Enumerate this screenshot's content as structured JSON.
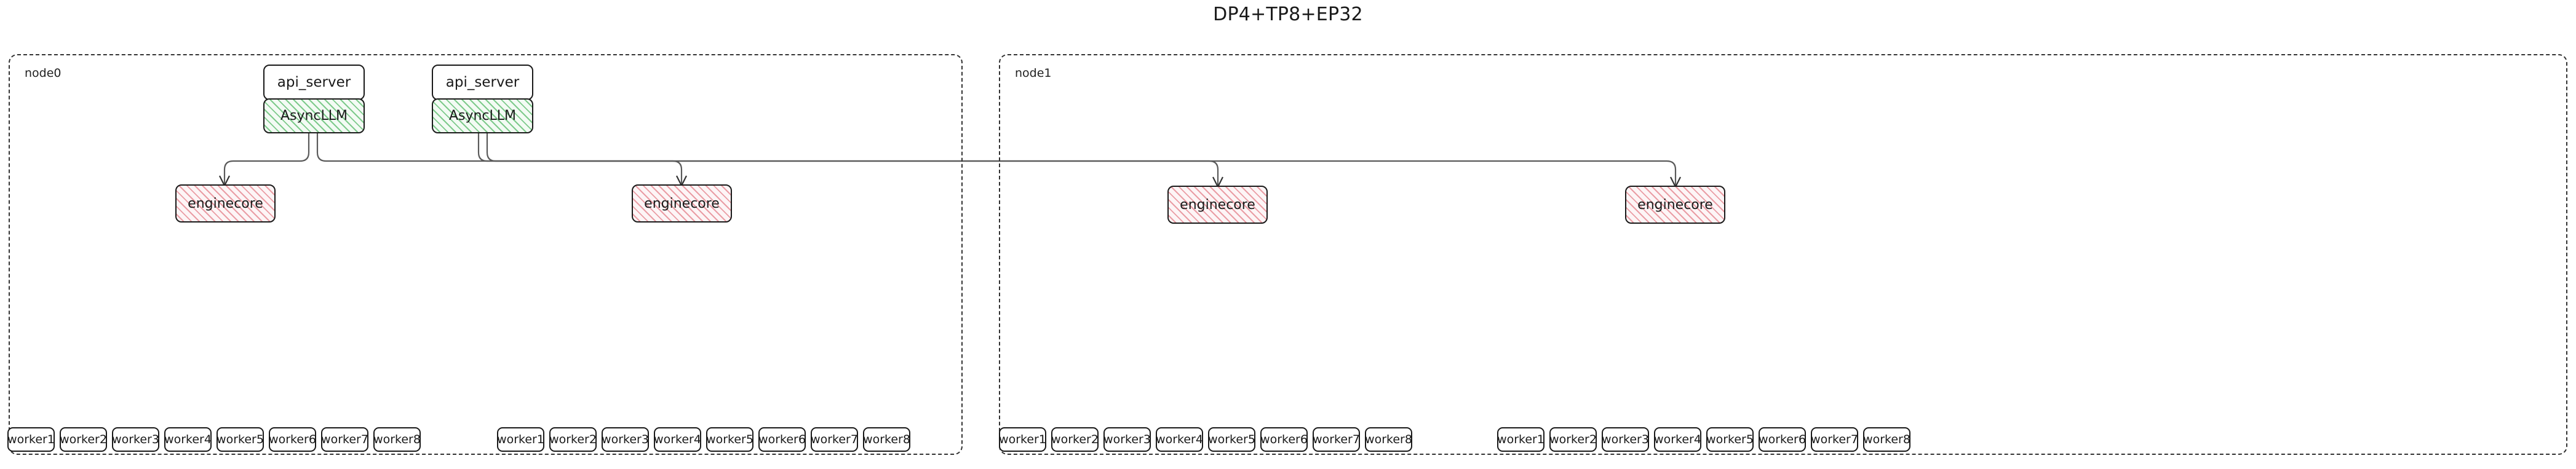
{
  "diagram": {
    "title": "DP4+TP8+EP32",
    "type": "architecture-graph",
    "colors": {
      "background": "#ffffff",
      "cluster_border": "#333333",
      "node_border": "#1a1a1a",
      "async_llm_hatch": "#56ba68",
      "async_llm_fill": "#f3fbf4",
      "enginecore_hatch": "#e2788c",
      "enginecore_fill": "#fdf5f6",
      "worker_fill": "#ffffff",
      "edge": "#5a5a5a",
      "text": "#1a1a1a"
    },
    "clusters": [
      {
        "id": "node0",
        "label": "node0",
        "api_servers": [
          {
            "id": "api0",
            "label": "api_server"
          },
          {
            "id": "api1",
            "label": "api_server"
          }
        ],
        "async_llms": [
          {
            "id": "async0",
            "label": "AsyncLLM"
          },
          {
            "id": "async1",
            "label": "AsyncLLM"
          }
        ],
        "enginecores": [
          {
            "id": "ec0",
            "label": "enginecore"
          },
          {
            "id": "ec1",
            "label": "enginecore"
          }
        ],
        "worker_groups": [
          {
            "id": "wg0",
            "workers": [
              "worker1",
              "worker2",
              "worker3",
              "worker4",
              "worker5",
              "worker6",
              "worker7",
              "worker8"
            ]
          },
          {
            "id": "wg1",
            "workers": [
              "worker1",
              "worker2",
              "worker3",
              "worker4",
              "worker5",
              "worker6",
              "worker7",
              "worker8"
            ]
          }
        ]
      },
      {
        "id": "node1",
        "label": "node1",
        "api_servers": [],
        "async_llms": [],
        "enginecores": [
          {
            "id": "ec2",
            "label": "enginecore"
          },
          {
            "id": "ec3",
            "label": "enginecore"
          }
        ],
        "worker_groups": [
          {
            "id": "wg2",
            "workers": [
              "worker1",
              "worker2",
              "worker3",
              "worker4",
              "worker5",
              "worker6",
              "worker7",
              "worker8"
            ]
          },
          {
            "id": "wg3",
            "workers": [
              "worker1",
              "worker2",
              "worker3",
              "worker4",
              "worker5",
              "worker6",
              "worker7",
              "worker8"
            ]
          }
        ]
      }
    ],
    "edges": [
      {
        "from": "async0",
        "to": "ec0"
      },
      {
        "from": "async0",
        "to": "ec1"
      },
      {
        "from": "async1",
        "to": "ec2"
      },
      {
        "from": "async1",
        "to": "ec3"
      }
    ]
  }
}
